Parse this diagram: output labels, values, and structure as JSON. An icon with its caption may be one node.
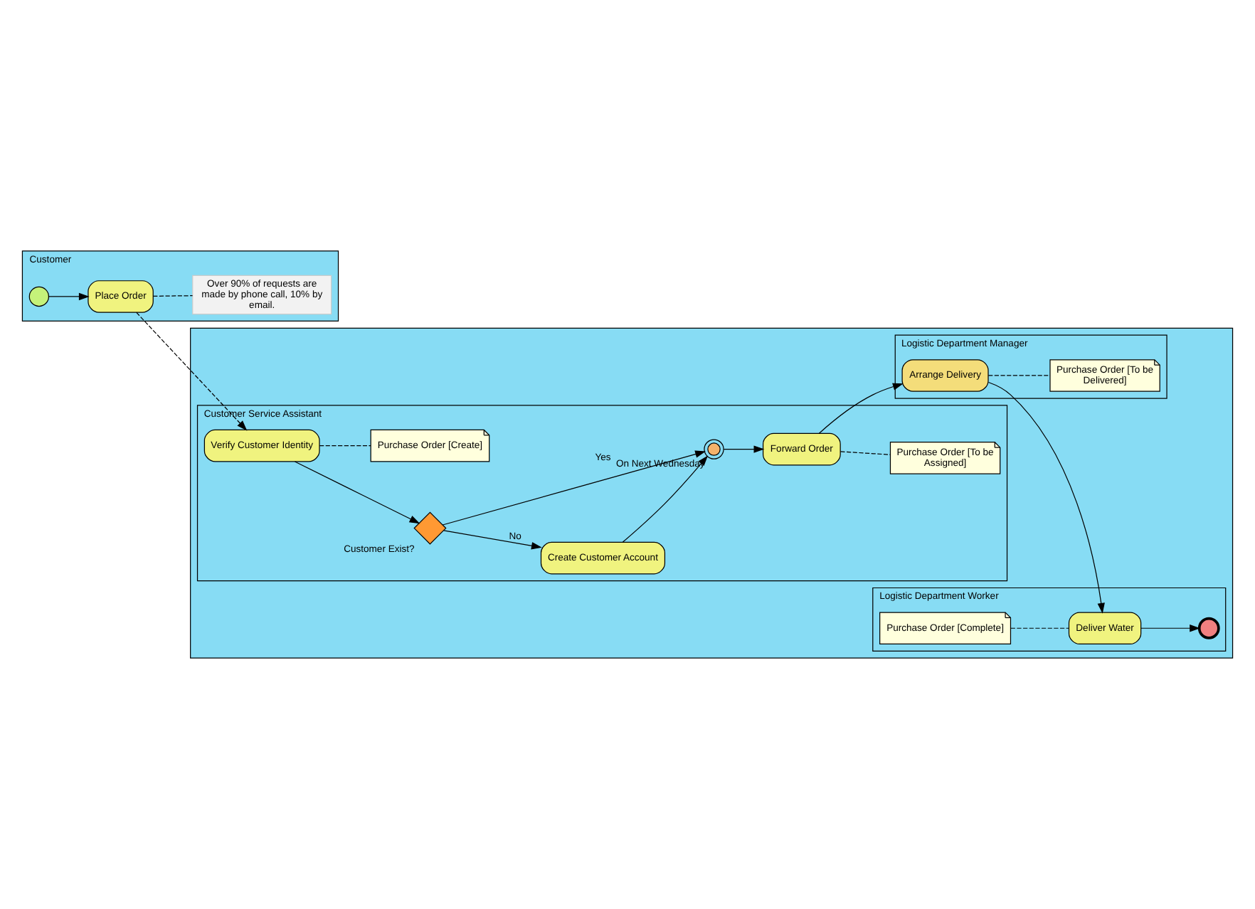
{
  "diagram": {
    "nodes": [
      {
        "text": [
          "Customer"
        ]
      },
      {
        "text": [],
        "shape": "circle",
        "in": 0
      },
      {
        "text": [
          "Place Order"
        ],
        "in": 0
      },
      {
        "text": [
          "Over 90% of requests are made by phone call, 10% by email."
        ],
        "in": 0
      },
      {
        "text": [],
        "shape": "box"
      },
      {
        "text": [
          "Customer Service Assistant"
        ],
        "in": 4
      },
      {
        "text": [
          "Verify Customer Identity"
        ],
        "in": 5
      },
      {
        "text": [],
        "shape": "diamond",
        "beside": [
          "Customer Exist?"
        ],
        "in": 5
      },
      {
        "text": [
          "Create Customer Account"
        ],
        "in": 5
      },
      {
        "text": [],
        "shape": "circle",
        "beside": [
          "On Next Wednesday"
        ],
        "in": 5
      },
      {
        "text": [
          "Forward Order"
        ],
        "in": 5
      },
      {
        "text": [
          "Purchase Order [Create]"
        ],
        "in": 5
      },
      {
        "text": [
          "Purchase Order [To be Assigned]"
        ],
        "in": 5
      },
      {
        "text": [
          "Logistic Department Manager"
        ],
        "in": 4
      },
      {
        "text": [
          "Arrange Delivery"
        ],
        "in": 13
      },
      {
        "text": [
          "Purchase Order [To be Delivered]"
        ],
        "in": 13
      },
      {
        "text": [
          "Logistic Department Worker"
        ],
        "in": 4
      },
      {
        "text": [
          "Purchase Order [Complete]"
        ],
        "in": 16
      },
      {
        "text": [
          "Deliver Water"
        ],
        "in": 16
      },
      {
        "text": [],
        "shape": "circle",
        "in": 16
      }
    ],
    "edges": [
      {
        "from": 1,
        "to": 2,
        "arrow": "to"
      },
      {
        "from": 2,
        "to": 3,
        "arrow": "none",
        "style": "dashed"
      },
      {
        "from": 2,
        "to": 6,
        "arrow": "to",
        "style": "dashed"
      },
      {
        "from": 6,
        "to": 7,
        "arrow": "to"
      },
      {
        "from": 7,
        "to": 8,
        "arrow": "to",
        "label": "No"
      },
      {
        "from": 7,
        "to": 9,
        "arrow": "to",
        "label": "Yes"
      },
      {
        "from": 8,
        "to": 9,
        "arrow": "to"
      },
      {
        "from": 9,
        "to": 10,
        "arrow": "to"
      },
      {
        "from": 6,
        "to": 11,
        "arrow": "none",
        "style": "dashed"
      },
      {
        "from": 10,
        "to": 12,
        "arrow": "none",
        "style": "dashed"
      },
      {
        "from": 10,
        "to": 14,
        "arrow": "to"
      },
      {
        "from": 14,
        "to": 15,
        "arrow": "none",
        "style": "dashed"
      },
      {
        "from": 14,
        "to": 18,
        "arrow": "to"
      },
      {
        "from": 17,
        "to": 18,
        "arrow": "none",
        "style": "dashed"
      },
      {
        "from": 18,
        "to": 19,
        "arrow": "to"
      }
    ]
  }
}
